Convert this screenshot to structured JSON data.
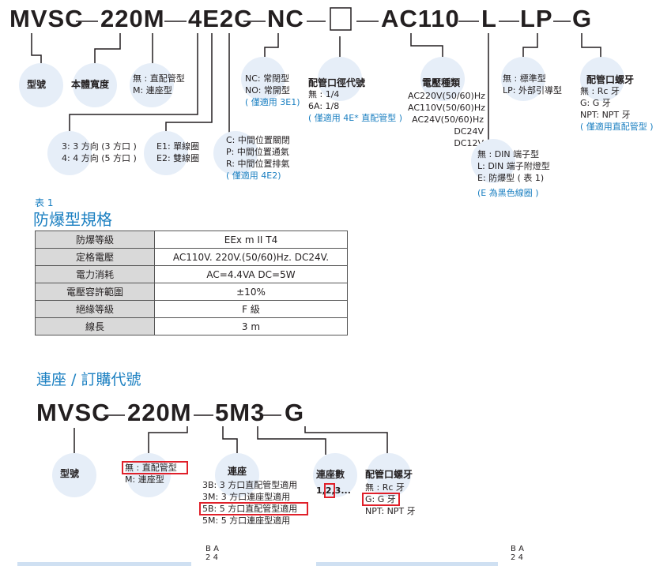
{
  "top": {
    "code_parts": [
      "MVSC",
      "220M",
      "4E2C",
      "NC",
      "AC110",
      "L",
      "LP",
      "G"
    ],
    "dash": "—",
    "labels": {
      "model": "型號",
      "body_width": "本體寬度",
      "connection": "配管口徑代號",
      "voltage": "電壓種類",
      "thread": "配管口螺牙"
    },
    "conn_type": [
      "無 : 直配管型",
      "M: 連座型"
    ],
    "nc_no": [
      "NC: 常閉型",
      "NO: 常開型",
      "( 僅適用 3E1)"
    ],
    "port_size": [
      "無 : 1/4",
      "6A: 1/8",
      "( 僅適用 4E* 直配管型 )"
    ],
    "voltages": [
      "AC220V(50/60)Hz",
      "AC110V(50/60)Hz",
      "AC24V(50/60)Hz",
      "DC24V",
      "DC12V"
    ],
    "lamp": [
      "無 : 標準型",
      "LP: 外部引導型"
    ],
    "threads": [
      "無 : Rc 牙",
      "G: G 牙",
      "NPT: NPT 牙",
      "( 僅適用直配管型 )"
    ],
    "ways": [
      "3: 3 方向 (3 方口 )",
      "4: 4 方向 (5 方口 )"
    ],
    "coil": [
      "E1: 單線圈",
      "E2: 雙線圈"
    ],
    "center": [
      "C: 中間位置關閉",
      "P: 中間位置通氣",
      "R: 中間位置排氣",
      "( 僅適用 4E2)"
    ],
    "terminal": [
      "無 : DIN 端子型",
      "L: DIN 端子附燈型",
      "E: 防爆型 ( 表 1)",
      "(E 為黑色線圈 )"
    ]
  },
  "table": {
    "caption": "表 1",
    "title": "防爆型規格",
    "rows": [
      {
        "key": "防爆等級",
        "value": "EEx m II T4"
      },
      {
        "key": "定格電壓",
        "value": "AC110V. 220V.(50/60)Hz. DC24V."
      },
      {
        "key": "電力消耗",
        "value": "AC=4.4VA  DC=5W"
      },
      {
        "key": "電壓容許範圍",
        "value": "±10%"
      },
      {
        "key": "絕緣等級",
        "value": "F 級"
      },
      {
        "key": "線長",
        "value": "3 m"
      }
    ]
  },
  "base": {
    "title": "連座 / 訂購代號",
    "code_parts": [
      "MVSC",
      "220M",
      "5M3",
      "G"
    ],
    "labels": {
      "model": "型號",
      "base": "連座",
      "count": "連座數",
      "thread": "配管口螺牙"
    },
    "conn_type": [
      "無 : 直配管型",
      "M: 連座型"
    ],
    "base_types": [
      "3B: 3 方口直配管型適用",
      "3M: 3 方口連座型適用",
      "5B: 5 方口直配管型適用",
      "5M: 5 方口連座型適用"
    ],
    "count": [
      "1,",
      "2",
      ",3..."
    ],
    "threads": [
      "無 : Rc 牙",
      "G: G 牙",
      "NPT: NPT 牙"
    ]
  },
  "bottom_marks": {
    "left": [
      "B",
      "A",
      "2",
      "4"
    ],
    "right": [
      "B",
      "A",
      "2",
      "4"
    ]
  }
}
